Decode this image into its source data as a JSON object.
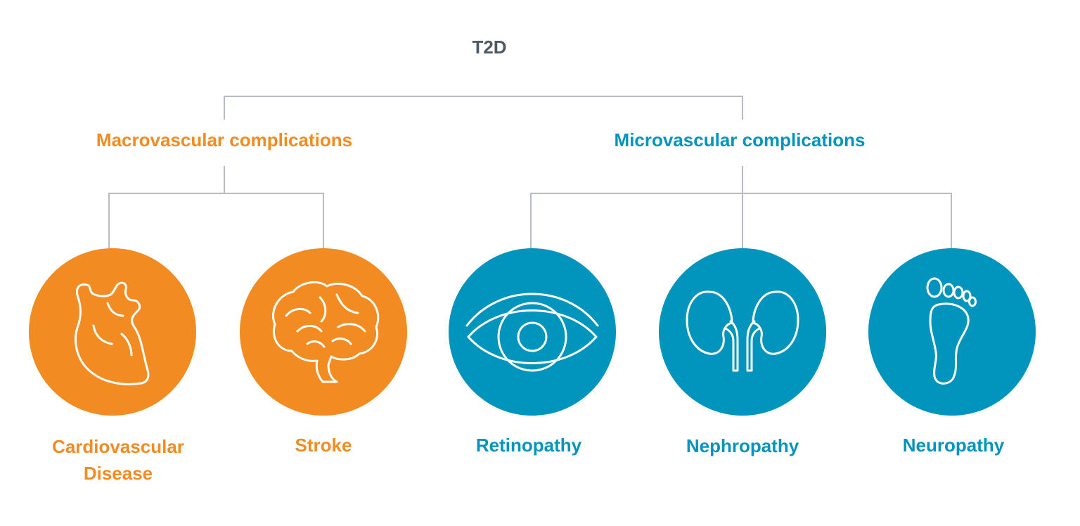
{
  "colors": {
    "macro": "#f28c22",
    "micro": "#0194bc",
    "root_text": "#4d5a66",
    "connector": "#b8bcc2"
  },
  "root": {
    "label": "T2D"
  },
  "groups": [
    {
      "label": "Macrovascular complications",
      "color": "macro",
      "items": [
        {
          "label": "Cardiovascular\nDisease",
          "icon": "heart-icon"
        },
        {
          "label": "Stroke",
          "icon": "brain-icon"
        }
      ]
    },
    {
      "label": "Microvascular complications",
      "color": "micro",
      "items": [
        {
          "label": "Retinopathy",
          "icon": "eye-icon"
        },
        {
          "label": "Nephropathy",
          "icon": "kidneys-icon"
        },
        {
          "label": "Neuropathy",
          "icon": "foot-icon"
        }
      ]
    }
  ]
}
